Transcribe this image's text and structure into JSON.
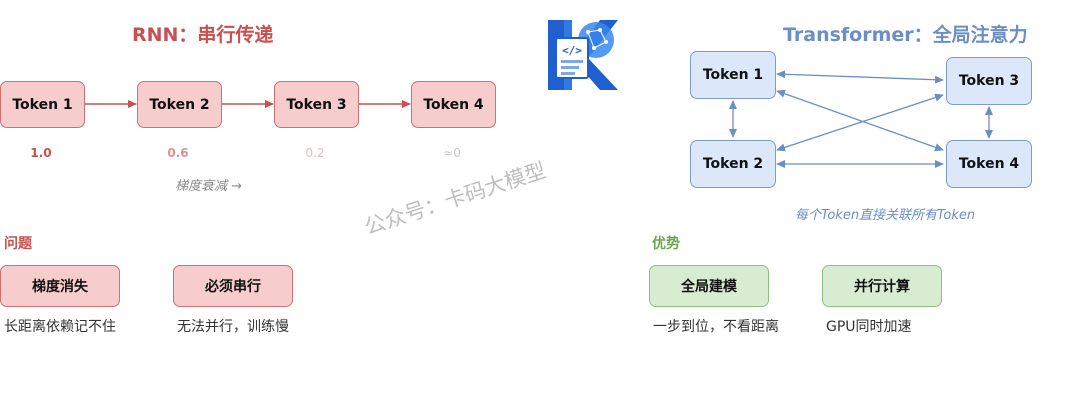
{
  "rnn": {
    "title": "RNN：串行传递",
    "tokens": [
      "Token 1",
      "Token 2",
      "Token 3",
      "Token 4"
    ],
    "gradients": [
      "1.0",
      "0.6",
      "0.2",
      "≈0"
    ],
    "gradient_caption": "梯度衰减 →",
    "problems_label": "问题",
    "problems": [
      {
        "tag": "梯度消失",
        "desc": "长距离依赖记不住"
      },
      {
        "tag": "必须串行",
        "desc": "无法并行，训练慢"
      }
    ]
  },
  "transformer": {
    "title": "Transformer：全局注意力",
    "tokens": [
      "Token 1",
      "Token 2",
      "Token 3",
      "Token 4"
    ],
    "caption": "每个Token直接关联所有Token",
    "advantages_label": "优势",
    "advantages": [
      {
        "tag": "全局建模",
        "desc": "一步到位，不看距离"
      },
      {
        "tag": "并行计算",
        "desc": "GPU同时加速"
      }
    ]
  },
  "watermark": "公众号：卡码大模型",
  "colors": {
    "rnn_accent": "#c9504f",
    "transformer_accent": "#6b8fc4",
    "advantage_accent": "#6aa84f",
    "logo_blue": "#2b6cd6"
  },
  "logo": {
    "icon": "code-document-k-logo"
  }
}
